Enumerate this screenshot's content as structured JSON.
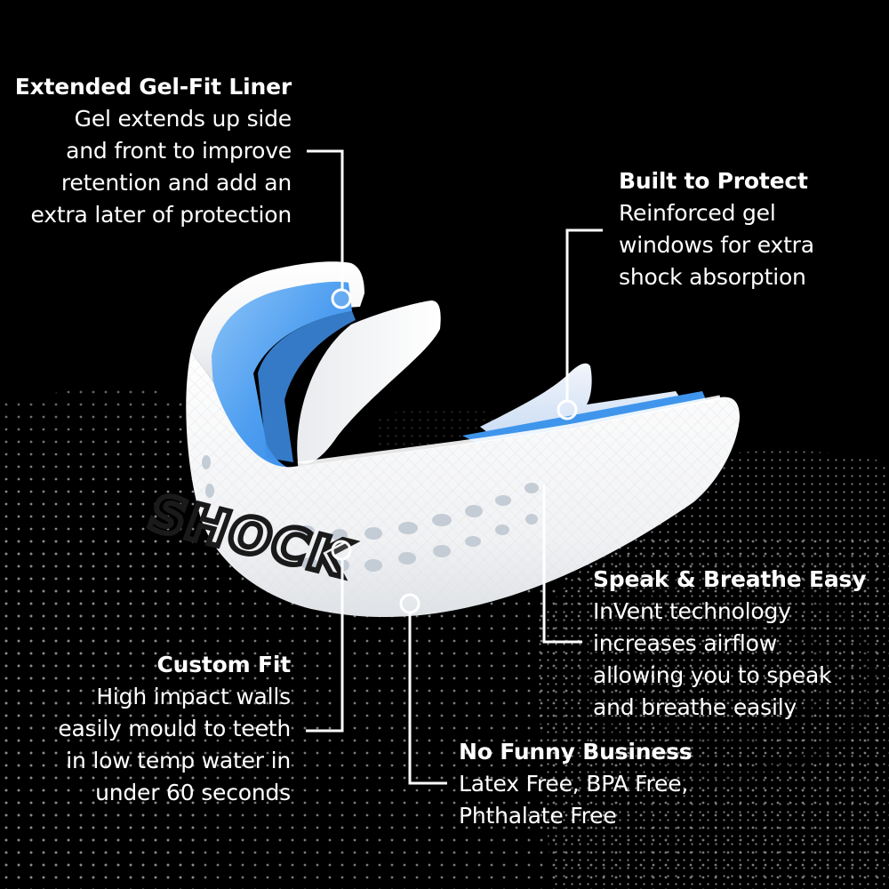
{
  "colors": {
    "background": "#000000",
    "text": "#ffffff",
    "connector": "#ffffff",
    "gel_blue": "#4a9ef0",
    "shell_white": "#f4f5f7",
    "logo_black": "#1a1a1a"
  },
  "product": {
    "logo_text": "SHOCK",
    "description": "White mouthguard with blue gel liner and vent holes"
  },
  "callouts": [
    {
      "id": "gel-fit-liner",
      "title": "Extended Gel-Fit Liner",
      "lines": [
        "Gel extends up side",
        "and front to improve",
        "retention and add an",
        "extra later of protection"
      ]
    },
    {
      "id": "built-to-protect",
      "title": "Built to Protect",
      "lines": [
        "Reinforced gel",
        "windows for extra",
        "shock absorption"
      ]
    },
    {
      "id": "speak-breathe",
      "title": "Speak & Breathe Easy",
      "lines": [
        "InVent technology",
        "increases airflow",
        "allowing you to speak",
        "and breathe easily"
      ]
    },
    {
      "id": "custom-fit",
      "title": "Custom Fit",
      "lines": [
        "High impact walls",
        "easily mould to teeth",
        "in low temp water in",
        "under 60 seconds"
      ]
    },
    {
      "id": "no-funny-business",
      "title": "No Funny Business",
      "lines": [
        "Latex Free, BPA Free,",
        "Phthalate Free"
      ]
    }
  ]
}
